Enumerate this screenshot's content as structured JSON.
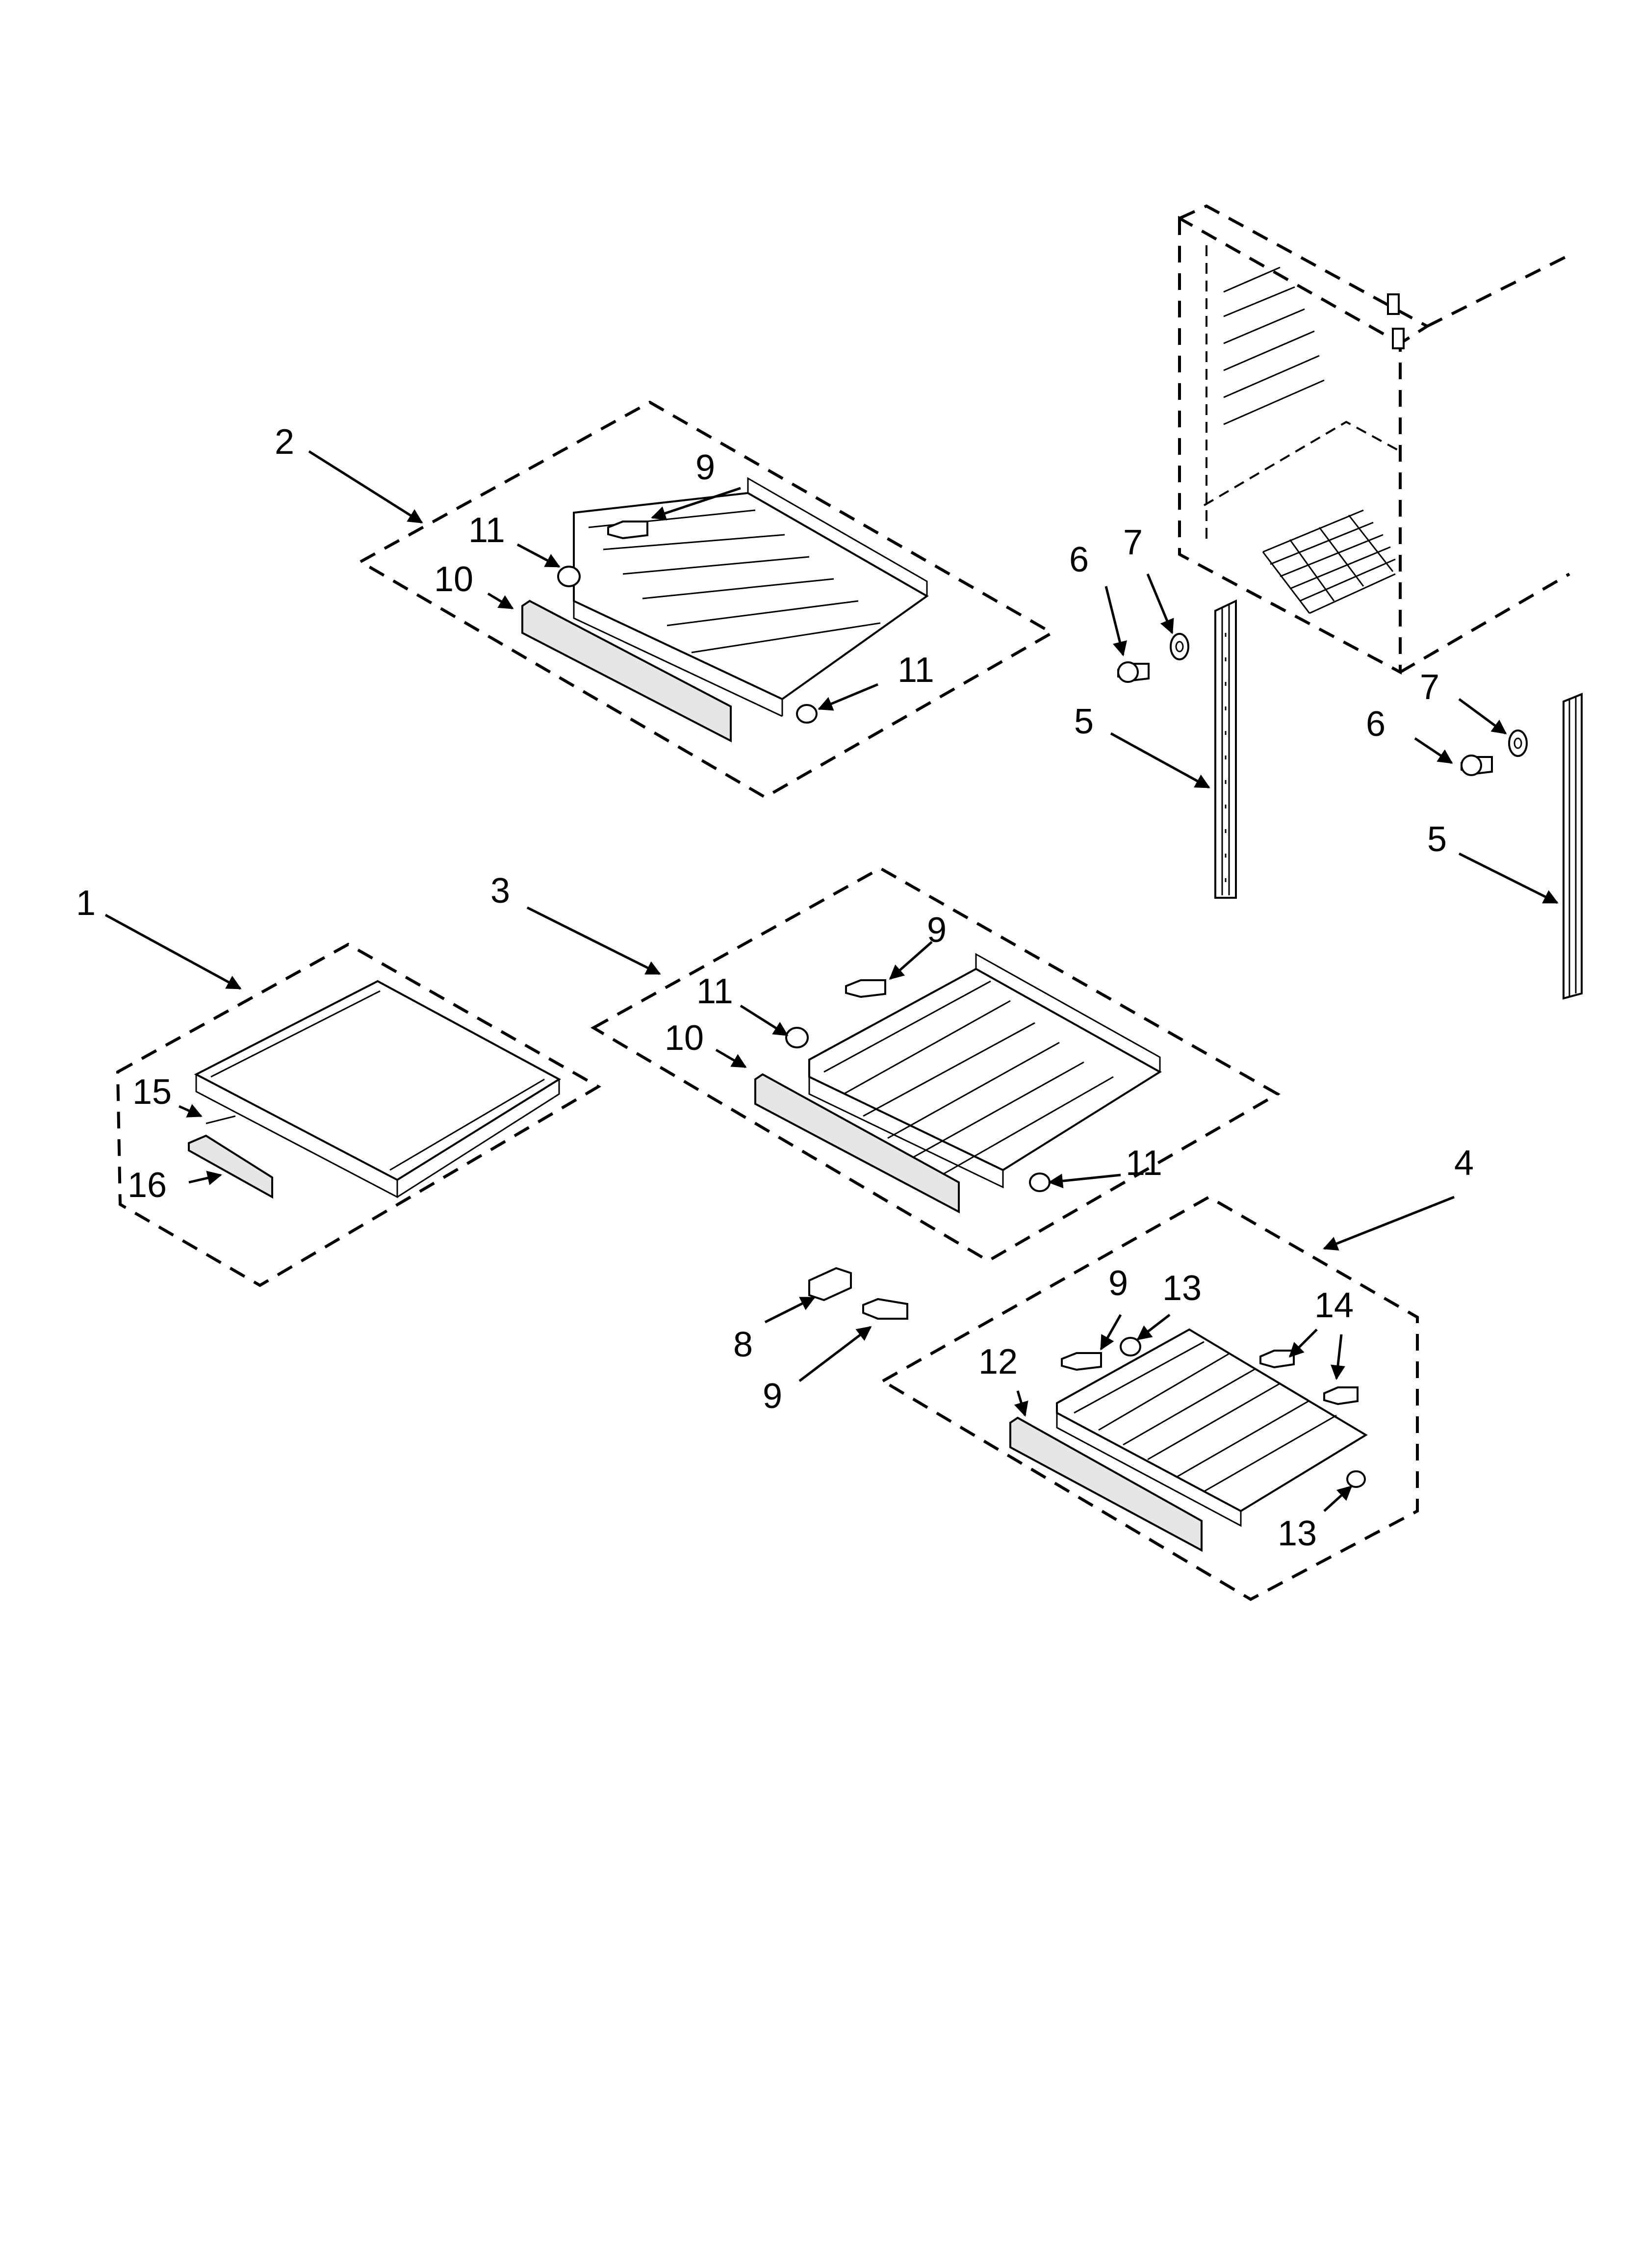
{
  "callouts": {
    "c1": "1",
    "c2": "2",
    "c3": "3",
    "c4": "4",
    "c5a": "5",
    "c5b": "5",
    "c6a": "6",
    "c6b": "6",
    "c7a": "7",
    "c7b": "7",
    "c8": "8",
    "c9a": "9",
    "c9b": "9",
    "c9c": "9",
    "c9d": "9",
    "c10a": "10",
    "c10b": "10",
    "c11a": "11",
    "c11b": "11",
    "c11c": "11",
    "c11d": "11",
    "c12": "12",
    "c13a": "13",
    "c13b": "13",
    "c14": "14",
    "c15": "15",
    "c16": "16"
  },
  "colors": {
    "ink": "#000000",
    "paper": "#ffffff",
    "fill_grey": "#e6e6e6"
  }
}
